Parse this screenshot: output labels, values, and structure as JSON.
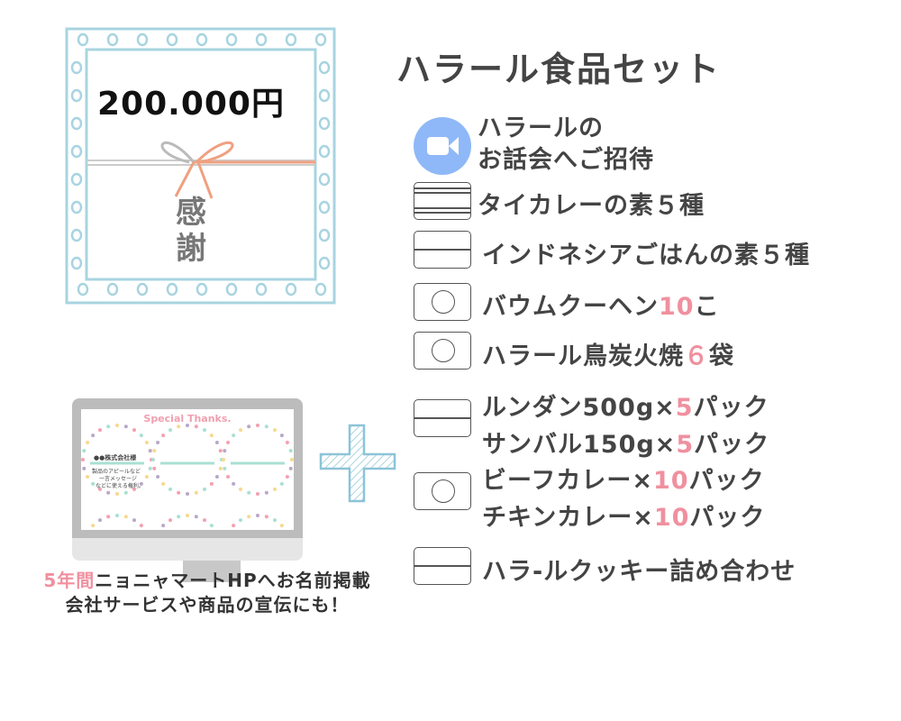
{
  "gift_card": {
    "amount": "200.000円",
    "thanks": "感謝"
  },
  "title": "ハラール食品セット",
  "items": [
    {
      "icon": "video-camera-icon",
      "line1": "ハラールの",
      "line2": "お話会へご招待"
    },
    {
      "icon": "box-lines-icon",
      "text": "タイカレーの素５種"
    },
    {
      "icon": "box-line-icon",
      "text": "インドネシアごはんの素５種"
    },
    {
      "icon": "box-circle-icon",
      "text_pre": "バウムクーヘン",
      "text_hl": "10",
      "text_post": "こ"
    },
    {
      "icon": "box-circle-icon",
      "text_pre": "ハラール鳥炭火焼",
      "text_hl": "６",
      "text_post": "袋"
    },
    {
      "icon": "box-line-icon",
      "lines": [
        {
          "pre": "ルンダン500g×",
          "hl": "5",
          "post": "パック"
        },
        {
          "pre": "サンバル150g×",
          "hl": "5",
          "post": "パック"
        }
      ]
    },
    {
      "icon": "box-circle-icon",
      "lines": [
        {
          "pre": "ビーフカレー×",
          "hl": "10",
          "post": "パック"
        },
        {
          "pre": "チキンカレー×",
          "hl": "10",
          "post": "パック"
        }
      ]
    },
    {
      "icon": "box-line-icon",
      "text": "ハラ-ルクッキー詰め合わせ"
    }
  ],
  "monitor": {
    "screen_title": "Special Thanks.",
    "company": "●●株式会社様",
    "desc": [
      "製品のアピールなど",
      "一言メッセージ",
      "などに使える権利。"
    ]
  },
  "caption": {
    "hl": "5年間",
    "line1": "ニョニャマートHPへお名前掲載",
    "line2": "会社サービスや商品の宣伝にも！"
  },
  "colors": {
    "accent_pink": "#f0909f",
    "frame_blue": "#a8d4e0",
    "zoom_blue": "#8fb8f8",
    "text": "#444444"
  }
}
